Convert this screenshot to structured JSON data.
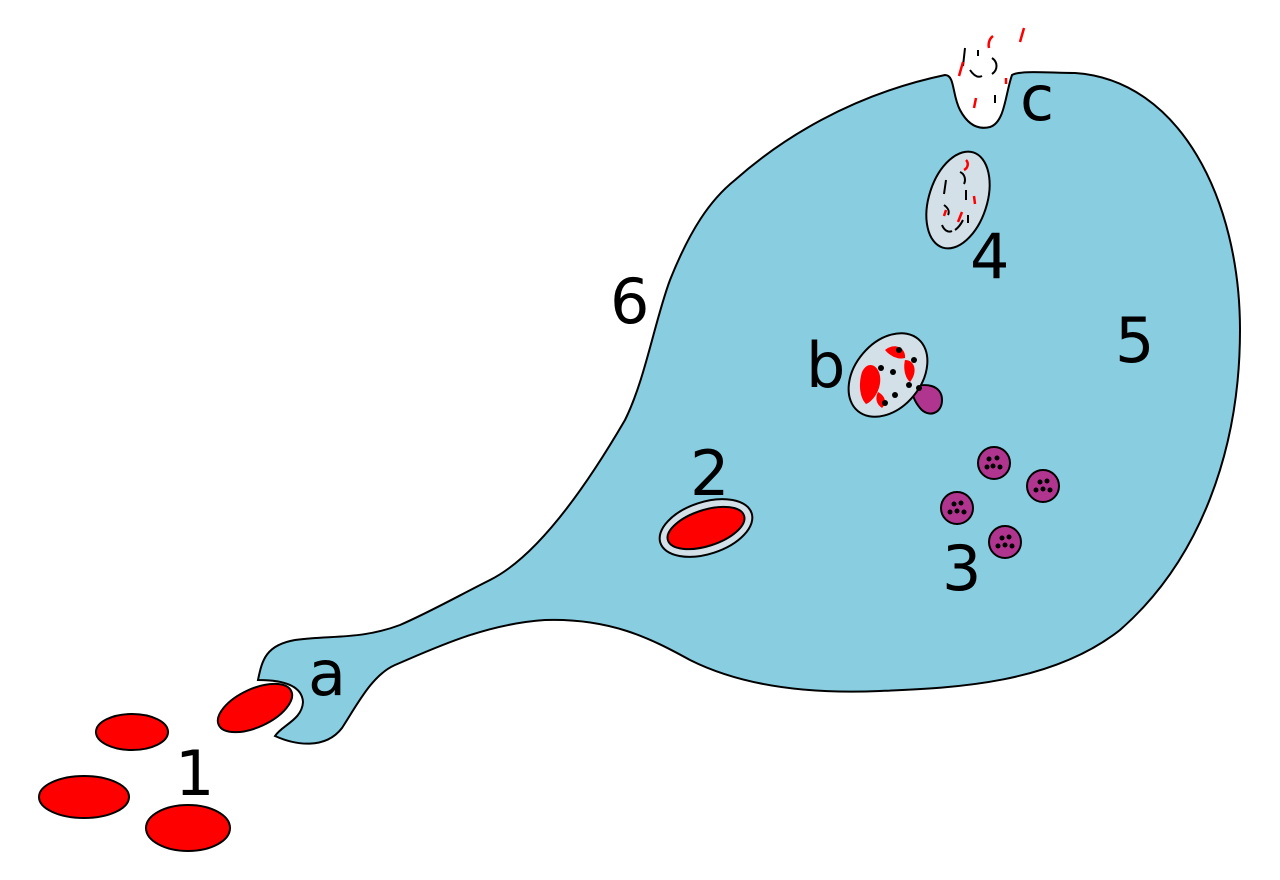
{
  "labels": {
    "one": "1",
    "two": "2",
    "three": "3",
    "four": "4",
    "five": "5",
    "six": "6",
    "a": "a",
    "b": "b",
    "c": "c"
  },
  "colors": {
    "cytoplasm": "#89cde0",
    "red_cell": "#ff0000",
    "vesicle": "#d3e0e7",
    "lysosome": "#b0358f",
    "outline": "#000000"
  }
}
